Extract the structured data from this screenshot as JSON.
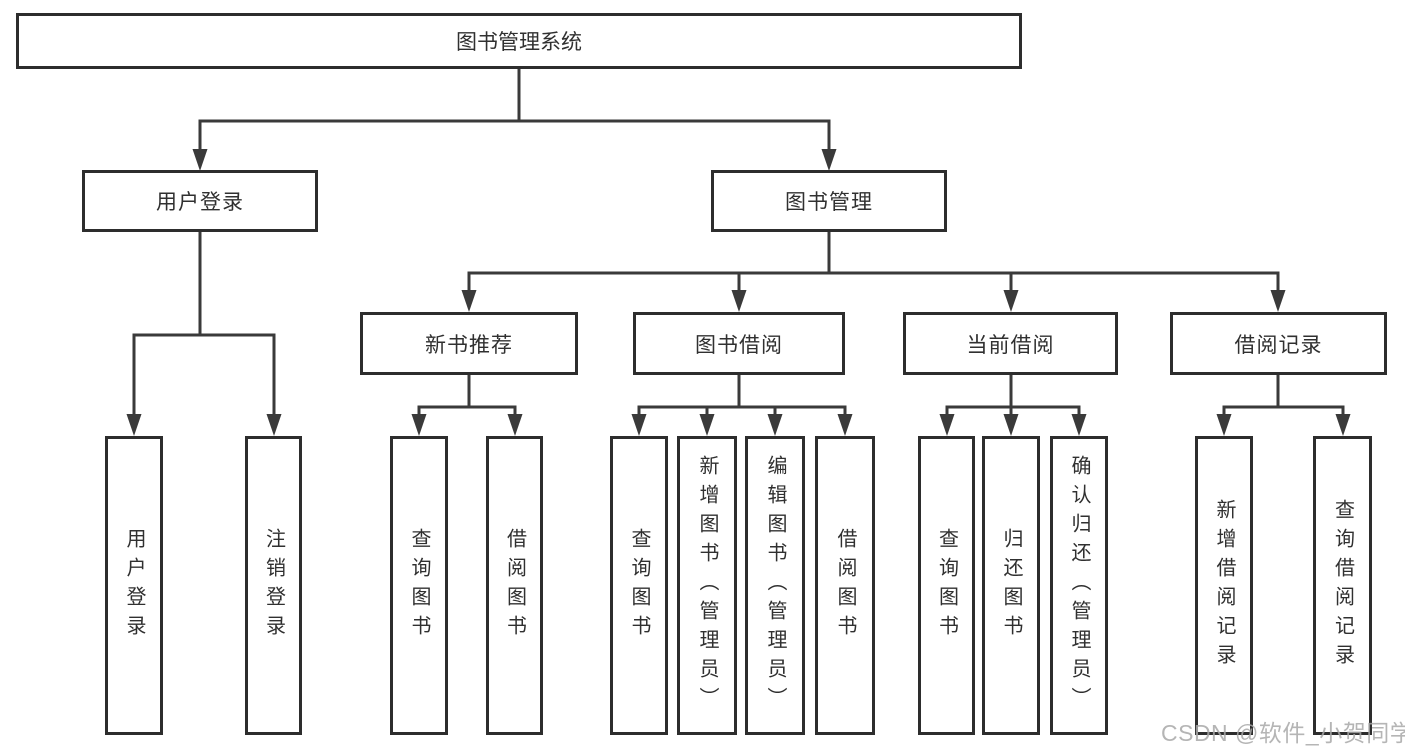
{
  "diagram": {
    "root": {
      "label": "图书管理系统"
    },
    "branches": [
      {
        "label": "用户登录",
        "children": [
          {
            "label": "用户登录"
          },
          {
            "label": "注销登录"
          }
        ]
      },
      {
        "label": "图书管理",
        "children": [
          {
            "label": "新书推荐",
            "children": [
              {
                "label": "查询图书"
              },
              {
                "label": "借阅图书"
              }
            ]
          },
          {
            "label": "图书借阅",
            "children": [
              {
                "label": "查询图书"
              },
              {
                "label": "新增图书（管理员）"
              },
              {
                "label": "编辑图书（管理员）"
              },
              {
                "label": "借阅图书"
              }
            ]
          },
          {
            "label": "当前借阅",
            "children": [
              {
                "label": "查询图书"
              },
              {
                "label": "归还图书"
              },
              {
                "label": "确认归还（管理员）"
              }
            ]
          },
          {
            "label": "借阅记录",
            "children": [
              {
                "label": "新增借阅记录"
              },
              {
                "label": "查询借阅记录"
              }
            ]
          }
        ]
      }
    ]
  },
  "watermark": {
    "text": "CSDN @软件_小贺同学"
  },
  "colors": {
    "line": "#3a3a3a",
    "box_border": "#2d2d2d",
    "box_fill": "#ffffff",
    "text": "#303030",
    "watermark": "#a8a8a8",
    "background": "#ffffff"
  }
}
